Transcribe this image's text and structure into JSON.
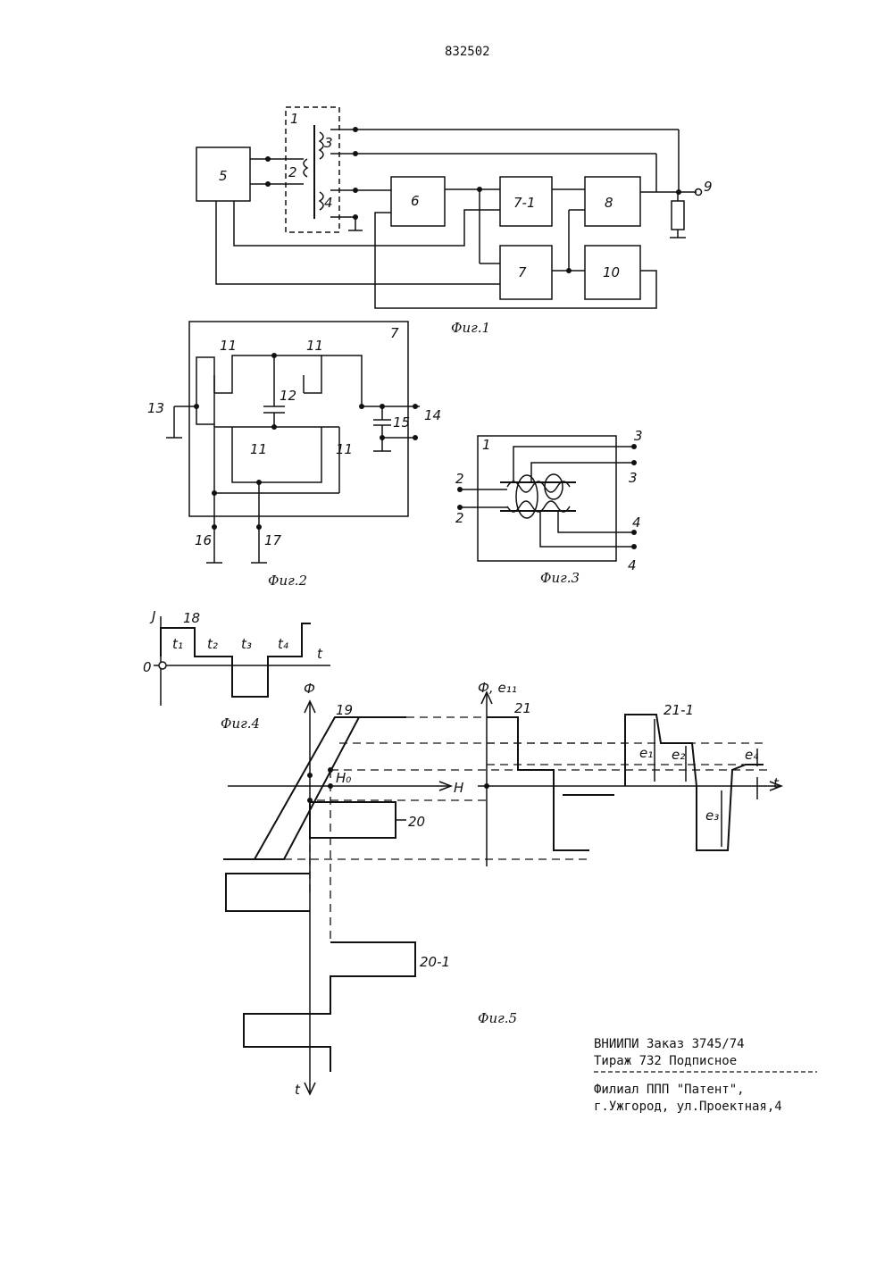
{
  "patent_number": "832502",
  "fig1": {
    "caption": "Фиг.1",
    "labels": {
      "transformer": "1",
      "winding_2": "2",
      "winding_3": "3",
      "winding_4": "4",
      "block_5": "5",
      "block_6": "6",
      "block_7_1": "7-1",
      "block_8": "8",
      "block_7": "7",
      "block_10": "10",
      "output_9": "9"
    }
  },
  "fig2": {
    "caption": "Фиг.2",
    "labels": {
      "block": "7",
      "transistor": "11",
      "capacitor_12": "12",
      "input_13": "13",
      "output_14": "14",
      "capacitor_15": "15",
      "terminal_16": "16",
      "terminal_17": "17"
    }
  },
  "fig3": {
    "caption": "Фиг.3",
    "labels": {
      "core": "1",
      "left_top": "2",
      "left_bottom": "2",
      "right_1": "3",
      "right_2": "3",
      "right_3": "4",
      "right_4": "4"
    }
  },
  "fig4": {
    "caption": "Фиг.4",
    "labels": {
      "y_axis": "J",
      "curve": "18",
      "t1": "t₁",
      "t2": "t₂",
      "t3": "t₃",
      "t4": "t₄",
      "origin": "0",
      "x_axis": "t"
    }
  },
  "fig5": {
    "caption": "Фиг.5",
    "labels": {
      "phi": "Ф",
      "curve_19": "19",
      "h0": "H₀",
      "h": "H",
      "curve_20": "20",
      "curve_20_1": "20-1",
      "t_down": "t",
      "phi_e": "Ф, e₁₁",
      "curve_21": "21",
      "curve_21_1": "21-1",
      "e1": "e₁",
      "e2": "e₂",
      "e3": "e₃",
      "e4": "e₄",
      "t_right": "t"
    }
  },
  "footer": {
    "line1": "ВНИИПИ   Заказ 3745/74",
    "line2": "Тираж 732  Подписное",
    "line3": "Филиал ППП \"Патент\",",
    "line4": "г.Ужгород, ул.Проектная,4"
  }
}
